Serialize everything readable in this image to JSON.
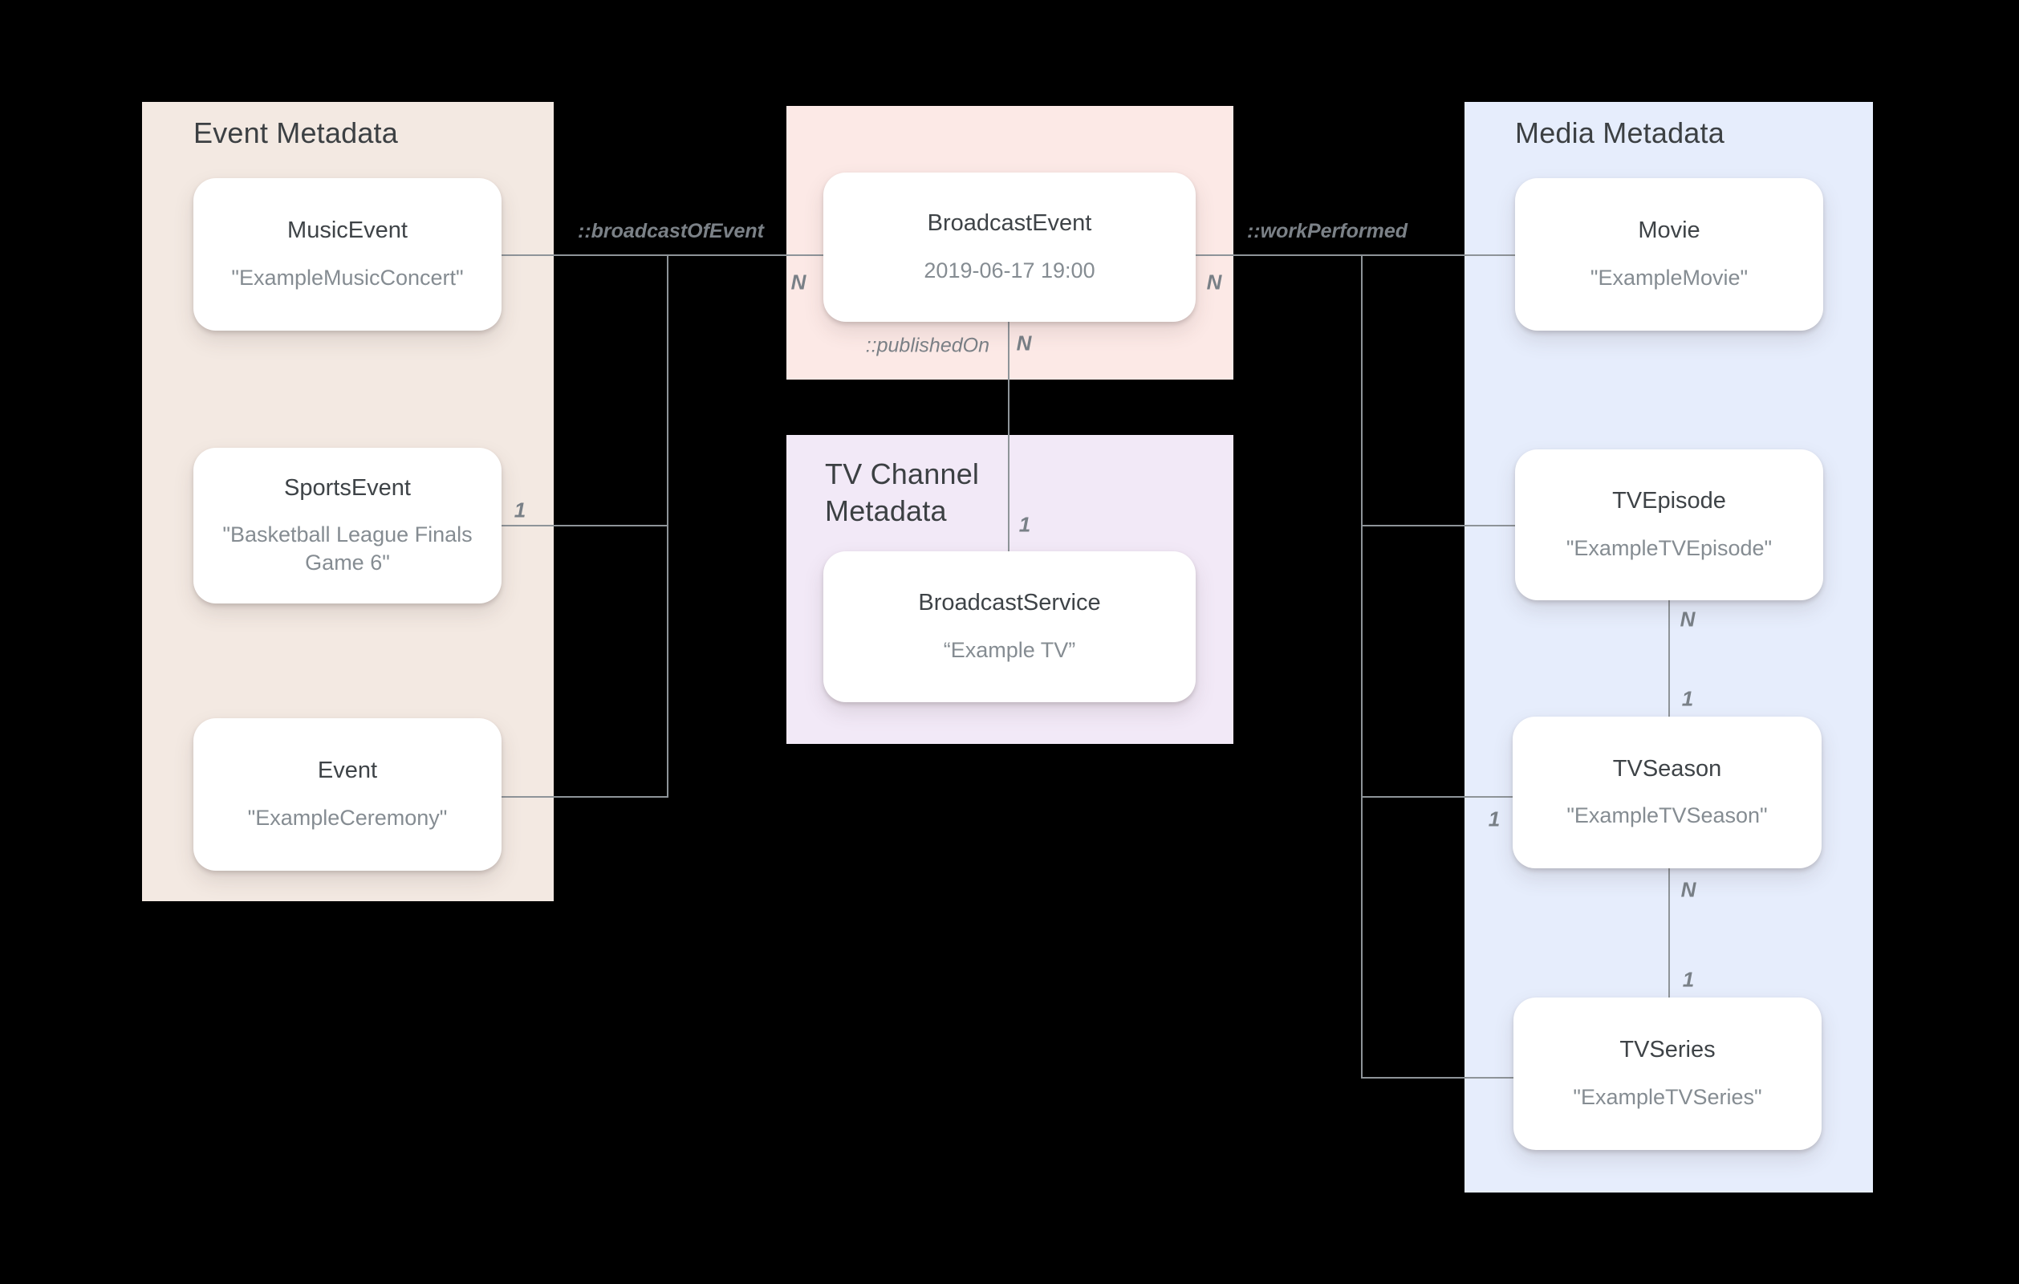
{
  "panels": {
    "event": {
      "title": "Event Metadata",
      "color": "#f3e9e2",
      "cards": {
        "music_event": {
          "type": "MusicEvent",
          "value": "\"ExampleMusicConcert\""
        },
        "sports_event": {
          "type": "SportsEvent",
          "value": "\"Basketball League Finals Game 6\""
        },
        "event": {
          "type": "Event",
          "value": "\"ExampleCeremony\""
        }
      }
    },
    "broadcast": {
      "color": "#fce9e6",
      "cards": {
        "broadcast_event": {
          "type": "BroadcastEvent",
          "value": "2019-06-17 19:00"
        }
      }
    },
    "tv_channel": {
      "title": "TV Channel Metadata",
      "color": "#f2e9f7",
      "cards": {
        "broadcast_service": {
          "type": "BroadcastService",
          "value": "“Example TV”"
        }
      }
    },
    "media": {
      "title": "Media Metadata",
      "color": "#e6edfc",
      "cards": {
        "movie": {
          "type": "Movie",
          "value": "\"ExampleMovie\""
        },
        "tv_episode": {
          "type": "TVEpisode",
          "value": "\"ExampleTVEpisode\""
        },
        "tv_season": {
          "type": "TVSeason",
          "value": "\"ExampleTVSeason\""
        },
        "tv_series": {
          "type": "TVSeries",
          "value": "\"ExampleTVSeries\""
        }
      }
    }
  },
  "relationships": {
    "broadcast_of_event": "::broadcastOfEvent",
    "work_performed": "::workPerformed",
    "published_on": "::publishedOn"
  },
  "cardinality": {
    "n": "N",
    "one": "1"
  },
  "colors": {
    "background": "#000000",
    "connector": "#8e9499",
    "card_background": "#ffffff",
    "type_text": "#3e4347",
    "value_text": "#858c92",
    "label_text": "#7b8187"
  }
}
